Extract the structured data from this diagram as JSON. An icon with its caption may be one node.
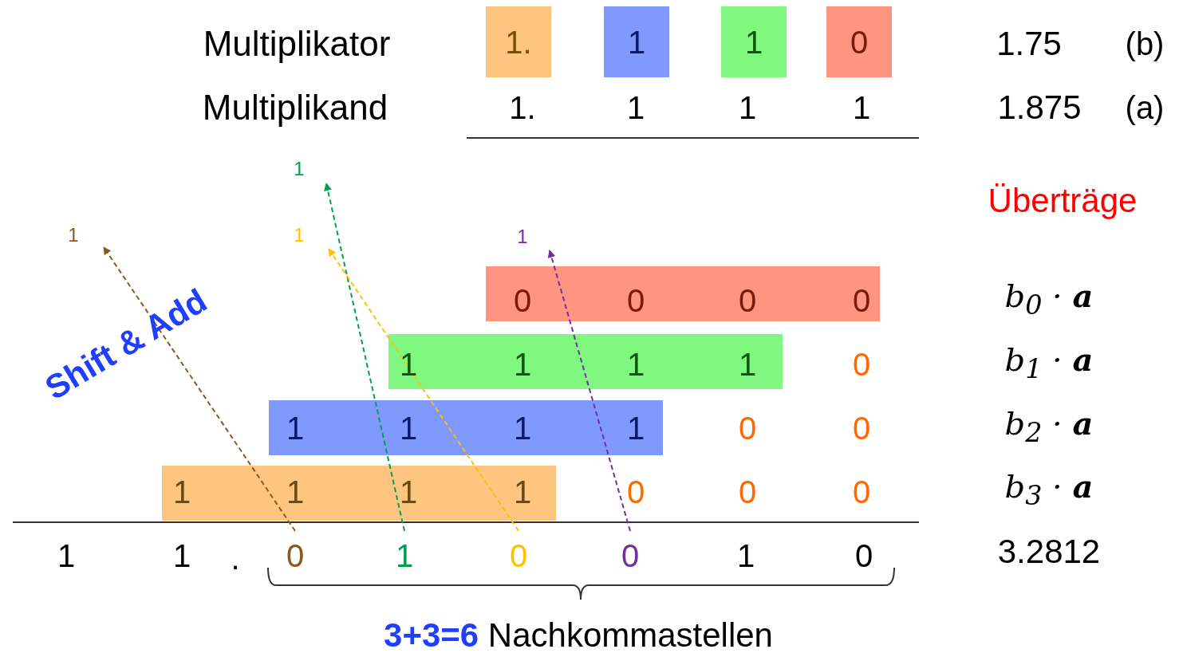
{
  "diagram": {
    "nodes": [
      {
        "text": [
          "1."
        ]
      },
      {
        "text": [
          "1"
        ]
      },
      {
        "text": [
          "1"
        ]
      },
      {
        "text": [
          "0"
        ]
      },
      {
        "text": [
          "1"
        ]
      },
      {
        "text": [
          "1"
        ]
      },
      {
        "text": [
          "1"
        ]
      },
      {
        "text": [
          "1"
        ]
      },
      {
        "text": [
          "0"
        ]
      },
      {
        "text": [
          "1"
        ]
      },
      {
        "text": [
          "0"
        ]
      },
      {
        "text": [
          "0"
        ]
      }
    ],
    "edges": [
      {
        "from": 8,
        "to": 5,
        "arrow": "to",
        "style": "dashed",
        "color": "#8b5a1a"
      },
      {
        "from": 9,
        "to": 4,
        "arrow": "to",
        "style": "dashed",
        "color": "#00a050"
      },
      {
        "from": 10,
        "to": 6,
        "arrow": "to",
        "style": "dashed",
        "color": "#ffc000"
      },
      {
        "from": 11,
        "to": 7,
        "arrow": "to",
        "style": "dashed",
        "color": "#7030a0"
      }
    ],
    "labels": [
      "Multiplikator",
      "1.75",
      "(b)",
      "Multiplikand",
      "1.",
      "1",
      "1",
      "1",
      "1.875",
      "(a)",
      "Überträge",
      "Shift & Add",
      "0",
      "0",
      "0",
      "0",
      "b$_{0}$ · **a**",
      "1",
      "1",
      "1",
      "1",
      "0",
      "b$_{1}$ · **a**",
      "1",
      "1",
      "1",
      "1",
      "0",
      "0",
      "b$_{2}$ · **a**",
      "1",
      "1",
      "1",
      "1",
      "0",
      "0",
      "0",
      "b$_{3}$ · **a**",
      "1",
      "1",
      ".",
      "1",
      "0",
      "3.2812",
      "**3+3=6** Nachkommastellen"
    ]
  }
}
